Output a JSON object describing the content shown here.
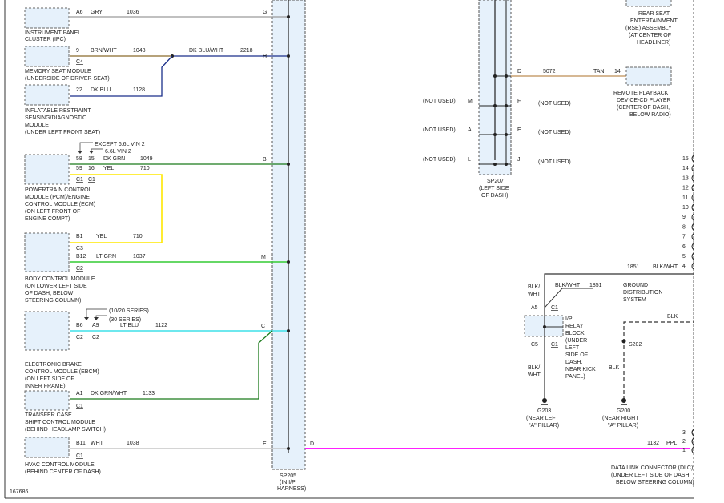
{
  "figure_id": "167686",
  "modules": [
    {
      "name": "INSTRUMENT PANEL",
      "name2": "CLUSTER (IPC)",
      "name3": "",
      "name4": "",
      "name5": ""
    },
    {
      "name": "MEMORY SEAT MODULE",
      "name2": "(UNDERSIDE OF DRIVER SEAT)",
      "name3": "",
      "name4": "",
      "name5": ""
    },
    {
      "name": "INFLATABLE RESTRAINT",
      "name2": "SENSING/DIAGNOSTIC",
      "name3": "MODULE",
      "name4": "(UNDER LEFT FRONT SEAT)",
      "name5": ""
    },
    {
      "name": "POWERTRAIN CONTROL",
      "name2": "MODULE (PCM)/ENGINE",
      "name3": "CONTROL MODULE (ECM)",
      "name4": "(ON LEFT FRONT OF",
      "name5": "ENGINE COMPT)"
    },
    {
      "name": "BODY CONTROL MODULE",
      "name2": "(ON LOWER LEFT SIDE",
      "name3": "OF DASH, BELOW",
      "name4": "STEERING COLUMN)",
      "name5": ""
    },
    {
      "name": "ELECTRONIC BRAKE",
      "name2": "CONTROL MODULE (EBCM)",
      "name3": "(ON LEFT SIDE OF",
      "name4": "INNER FRAME)",
      "name5": ""
    },
    {
      "name": "TRANSFER CASE",
      "name2": "SHIFT CONTROL MODULE",
      "name3": "(BEHIND HEADLAMP SWITCH)",
      "name4": "",
      "name5": ""
    },
    {
      "name": "HVAC CONTROL MODULE",
      "name2": "(BEHIND CENTER OF DASH)",
      "name3": "",
      "name4": "",
      "name5": ""
    }
  ],
  "wires": [
    {
      "pin": "A6",
      "color_label": "GRY",
      "circuit": "1036",
      "conn": "",
      "splice_pin": "G",
      "hex": "#9a9a9a"
    },
    {
      "pin": "9",
      "color_label": "BRN/WHT",
      "circuit": "1048",
      "conn": "C4",
      "splice_pin": "",
      "hex": "#8a6a2a"
    },
    {
      "pin": "22",
      "color_label": "DK BLU",
      "circuit": "1128",
      "conn": "",
      "splice_pin": "",
      "hex": "#1a2f8a"
    },
    {
      "pin": "",
      "color_label": "DK BLU/WHT",
      "circuit": "2218",
      "conn": "",
      "splice_pin": "H",
      "hex": "#1a2f8a"
    },
    {
      "pin": "58",
      "color_label": "DK GRN",
      "circuit": "1049",
      "conn": "",
      "splice_pin": "B",
      "hex": "#1a7a1a"
    },
    {
      "pin": "59",
      "color_label": "YEL",
      "circuit": "710",
      "conn": "",
      "splice_pin": "",
      "hex": "#ffe800"
    },
    {
      "pin": "B1",
      "color_label": "YEL",
      "circuit": "710",
      "conn": "C3",
      "splice_pin": "",
      "hex": "#ffe800"
    },
    {
      "pin": "B12",
      "color_label": "LT GRN",
      "circuit": "1037",
      "conn": "C2",
      "splice_pin": "M",
      "hex": "#33cc33"
    },
    {
      "pin": "B6",
      "color_label": "LT BLU",
      "circuit": "1122",
      "conn": "C2",
      "splice_pin": "C",
      "hex": "#3fe0e8"
    },
    {
      "pin": "A1",
      "color_label": "DK GRN/WHT",
      "circuit": "1133",
      "conn": "C1",
      "splice_pin": "",
      "hex": "#1a7a1a"
    },
    {
      "pin": "B11",
      "color_label": "WHT",
      "circuit": "1038",
      "conn": "C1",
      "splice_pin": "E",
      "hex": "#bbbbbb"
    }
  ],
  "pcm": {
    "note_a": "EXCEPT 6.6L VIN 2",
    "note_b": "6.6L VIN 2",
    "pin_alt_1": "15",
    "pin_alt_2": "16",
    "conn_a": "C1",
    "conn_b": "C1"
  },
  "ebcm": {
    "note_a": "(10/20 SERIES)",
    "note_b": "(30 SERIES)",
    "pin_alt": "A9",
    "conn_b": "C2"
  },
  "memory_pin_conn": "C4",
  "sp205": {
    "label": "SP205",
    "label2": "(IN I/P",
    "label3": "HARNESS)",
    "pin_d": "D"
  },
  "sp207": {
    "label": "SP207",
    "label2": "(LEFT SIDE",
    "label3": "OF DASH)",
    "pins_left": [
      "M",
      "A",
      "L"
    ],
    "pins_right": [
      "F",
      "E",
      "J"
    ],
    "pin_d": "D",
    "not_used": "(NOT USED)"
  },
  "rse": {
    "name": "REAR SEAT",
    "name2": "ENTERTAINMENT",
    "name3": "(RSE) ASSEMBLY",
    "name4": "(AT CENTER OF",
    "name5": "HEADLINER)"
  },
  "cd_player": {
    "wire_circuit": "5072",
    "wire_color": "TAN",
    "wire_hex": "#c8a070",
    "pin": "14",
    "name": "REMOTE PLAYBACK",
    "name2": "DEVICE-CD PLAYER",
    "name3": "(CENTER OF DASH,",
    "name4": "BELOW RADIO)"
  },
  "dlc": {
    "pins": [
      "15",
      "14",
      "13",
      "12",
      "11",
      "10",
      "9",
      "8",
      "7",
      "6",
      "5",
      "4",
      "3",
      "2",
      "1"
    ],
    "name": "DATA LINK CONNECTOR (DLC)",
    "name2": "(UNDER LEFT SIDE OF DASH,",
    "name3": "BELOW STEERING COLUMN)",
    "ppl_circuit": "1132",
    "ppl_color": "PPL",
    "ppl_hex": "#ff00ff",
    "wire5_circuit": "1851",
    "wire5_color": "BLK/WHT",
    "wire4_color": "BLK"
  },
  "relay": {
    "name": "I/P",
    "name2": "RELAY",
    "name3": "BLOCK",
    "name4": "(UNDER",
    "name5": "LEFT",
    "name6": "SIDE OF",
    "name7": "DASH,",
    "name8": "NEAR KICK",
    "name9": "PANEL)",
    "pin_a5": "A5",
    "pin_c5": "C5",
    "conn_top": "C1",
    "conn_bottom": "C1",
    "wire_top_color": "BLK/WHT",
    "wire_top_color2": "BLK/",
    "wire_top_color3": "WHT",
    "wire_bottom_color": "BLK/",
    "wire_bottom_color2": "WHT",
    "gnd_circuit": "1851",
    "gnd_color": "BLK/WHT",
    "gnd_label": "GROUND",
    "gnd_label2": "DISTRIBUTION",
    "gnd_label3": "SYSTEM"
  },
  "grounds": [
    {
      "id": "G203",
      "loc": "(NEAR LEFT",
      "loc2": "\"A\" PILLAR)"
    },
    {
      "id": "G200",
      "loc": "(NEAR RIGHT",
      "loc2": "\"A\" PILLAR)"
    }
  ],
  "s202": {
    "label": "S202",
    "color": "BLK"
  }
}
